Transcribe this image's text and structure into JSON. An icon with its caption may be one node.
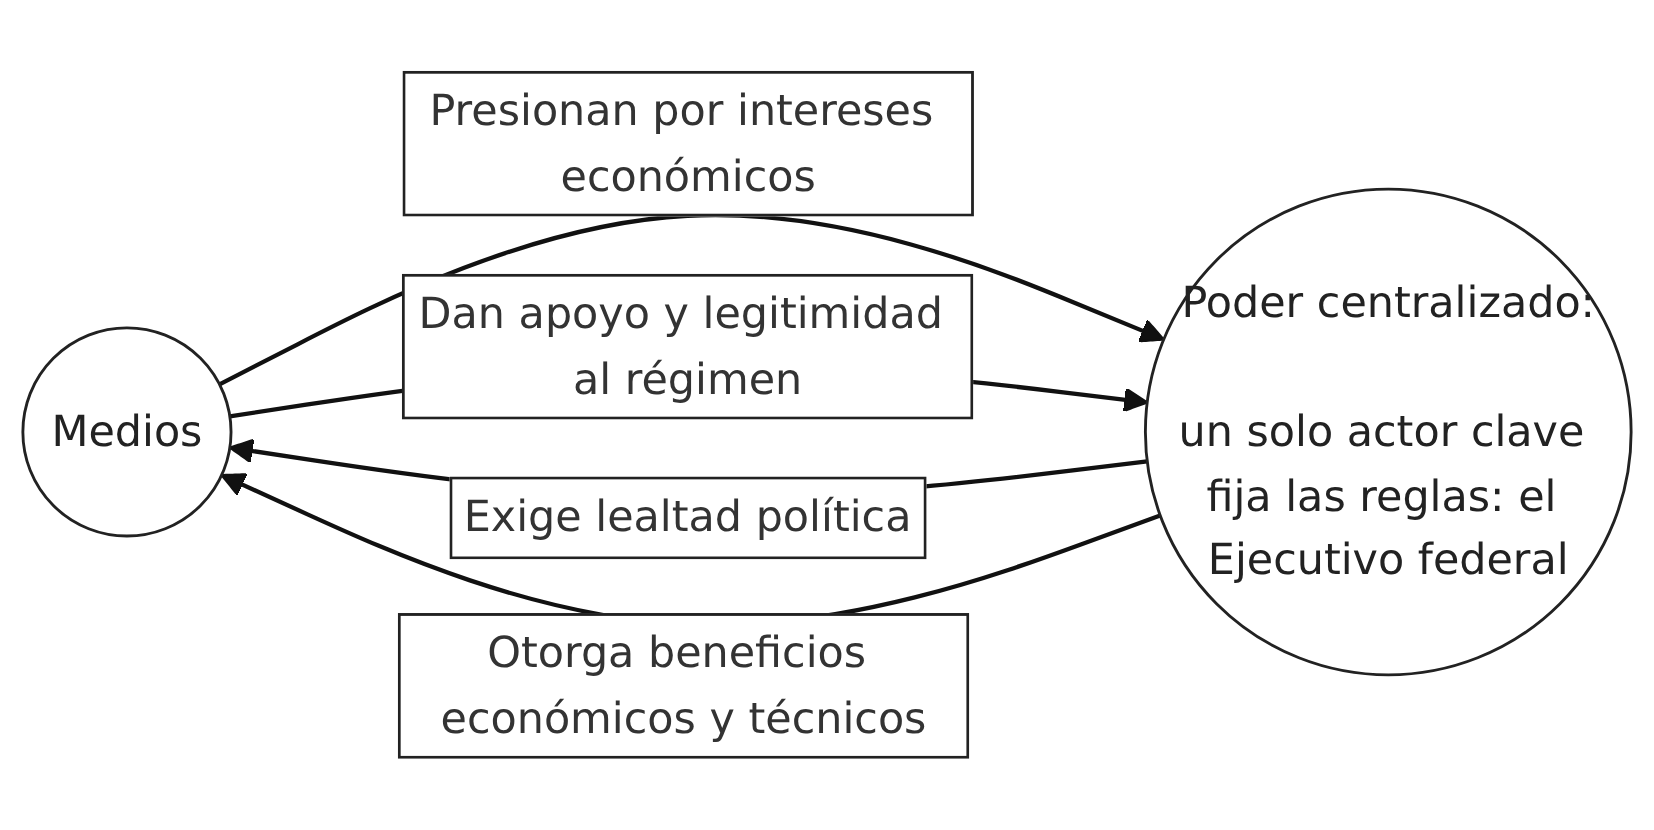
{
  "diagram": {
    "nodes": [
      {
        "text": [
          "Medios"
        ]
      },
      {
        "text": [
          "Poder centralizado:",
          "un solo actor clave fija las reglas: el Ejecutivo federal"
        ]
      }
    ],
    "edges": [
      {
        "from": 0,
        "to": 1,
        "arrow": "to",
        "label": "Presionan por intereses económicos"
      },
      {
        "from": 0,
        "to": 1,
        "arrow": "to",
        "label": "Dan apoyo y legitimidad al régimen"
      },
      {
        "from": 1,
        "to": 0,
        "arrow": "to",
        "label": "Exige lealtad política"
      },
      {
        "from": 1,
        "to": 0,
        "arrow": "to",
        "label": "Otorga beneficios económicos y técnicos"
      }
    ]
  }
}
